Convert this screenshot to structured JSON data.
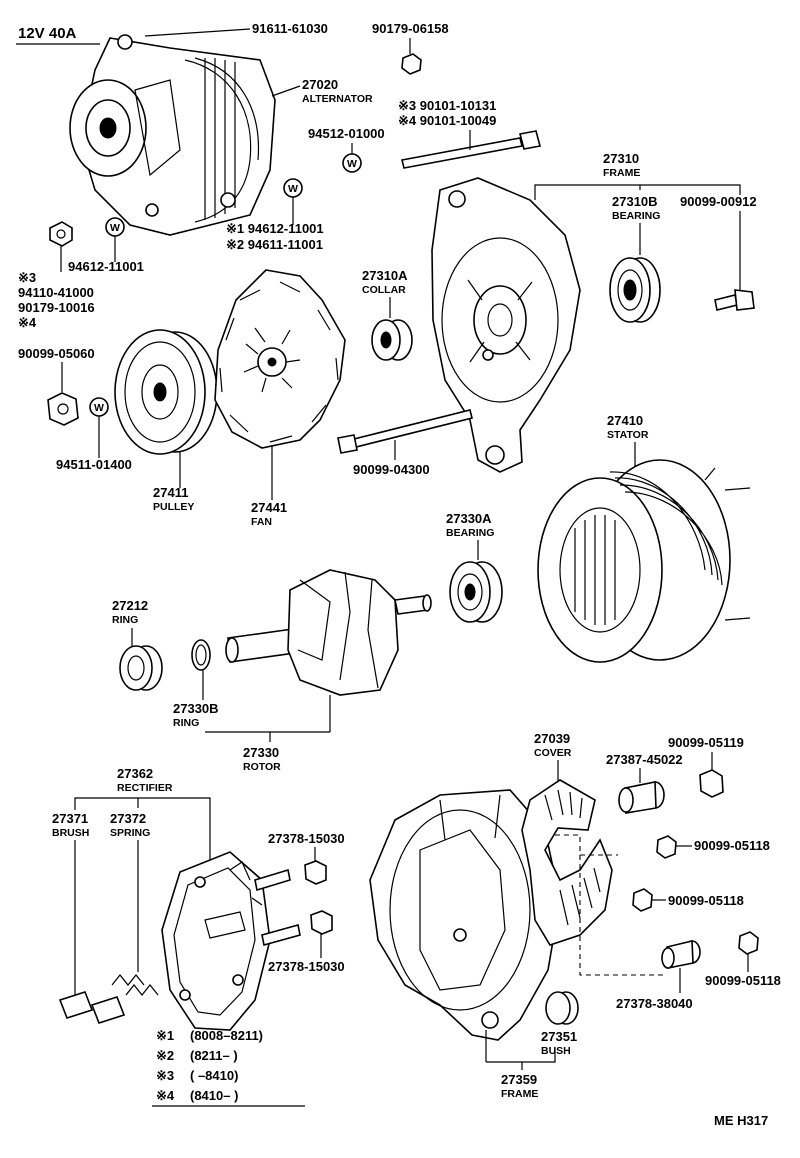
{
  "header": {
    "title": "12V  40A"
  },
  "footer": {
    "code": "ME  H317"
  },
  "legend": [
    {
      "mark": "※1",
      "range": "(8008–8211)"
    },
    {
      "mark": "※2",
      "range": "(8211–       )"
    },
    {
      "mark": "※3",
      "range": "(        –8410)"
    },
    {
      "mark": "※4",
      "range": "(8410–       )"
    }
  ],
  "washer_mark": "W",
  "labels": {
    "p91611": "91611-61030",
    "p90179a": "90179-06158",
    "p27020": "27020",
    "n27020": "ALTERNATOR",
    "p90101a": "※3 90101-10131",
    "p90101b": "※4 90101-10049",
    "p94512": "94512-01000",
    "p94612a": "※1 94612-11001",
    "p94611": "※2 94611-11001",
    "p94612b": "94612-11001",
    "m3": "※3",
    "p94110": "94110-41000",
    "p90179b": "90179-10016",
    "m4": "※4",
    "p90099_05060": "90099-05060",
    "p94511": "94511-01400",
    "p27411": "27411",
    "n27411": "PULLEY",
    "p27441": "27441",
    "n27441": "FAN",
    "p27310A": "27310A",
    "n27310A": "COLLAR",
    "p27310": "27310",
    "n27310": "FRAME",
    "p27310B": "27310B",
    "n27310B": "BEARING",
    "p90099_00912": "90099-00912",
    "p90099_04300": "90099-04300",
    "p27410": "27410",
    "n27410": "STATOR",
    "p27330A": "27330A",
    "n27330A": "BEARING",
    "p27212": "27212",
    "n27212": "RING",
    "p27330B": "27330B",
    "n27330B": "RING",
    "p27330": "27330",
    "n27330": "ROTOR",
    "p27362": "27362",
    "n27362": "RECTIFIER",
    "p27371": "27371",
    "n27371": "BRUSH",
    "p27372": "27372",
    "n27372": "SPRING",
    "p27378_15030a": "27378-15030",
    "p27378_15030b": "27378-15030",
    "p27039": "27039",
    "n27039": "COVER",
    "p27387": "27387-45022",
    "p90099_05119": "90099-05119",
    "p90099_05118a": "90099-05118",
    "p90099_05118b": "90099-05118",
    "p90099_05118c": "90099-05118",
    "p27378_38040": "27378-38040",
    "p27351": "27351",
    "n27351": "BUSH",
    "p27359": "27359",
    "n27359": "FRAME"
  }
}
